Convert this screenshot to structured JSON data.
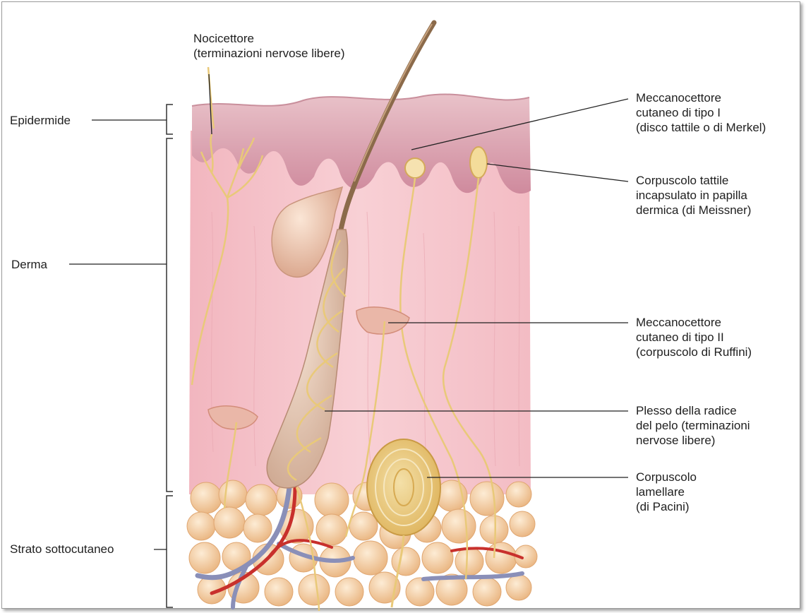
{
  "labels": {
    "nociceptor": [
      "Nocicettore",
      "(terminazioni nervose libere)"
    ],
    "epidermis": "Epidermide",
    "dermis": "Derma",
    "subcutaneous": "Strato sottocutaneo",
    "merkel": [
      "Meccanocettore",
      "cutaneo di tipo I",
      "(disco tattile o di Merkel)"
    ],
    "meissner": [
      "Corpuscolo tattile",
      "incapsulato in papilla",
      "dermica (di Meissner)"
    ],
    "ruffini": [
      "Meccanocettore",
      "cutaneo di tipo II",
      "(corpuscolo di Ruffini)"
    ],
    "hair_plexus": [
      "Plesso della radice",
      "del pelo (terminazioni",
      "nervose libere)"
    ],
    "pacini": [
      "Corpuscolo",
      "lamellare",
      "(di Pacini)"
    ]
  },
  "colors": {
    "epidermis": "#dca0b0",
    "dermis": "#f6c9cf",
    "fat": "#f5d2a6",
    "nerve": "#e9c979",
    "artery": "#c8302c",
    "vein": "#8a8fb8",
    "hair": "#9a7a5a"
  }
}
